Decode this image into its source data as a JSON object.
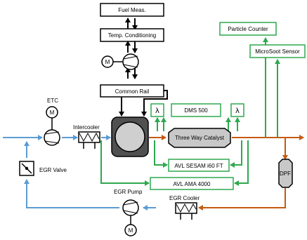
{
  "colors": {
    "air": "#5b9bd5",
    "exhaust": "#c55a11",
    "measurement": "#2fa84f",
    "fuel": "#000000"
  },
  "labels": {
    "fuel_meas": "Fuel Meas.",
    "temp_conditioning": "Temp. Conditioning",
    "common_rail": "Common Rail",
    "particle_counter": "Particle Counter",
    "microsoot_sensor": "MicroSoot Sensor",
    "dms500": "DMS 500",
    "lambda_1": "λ",
    "lambda_2": "λ",
    "twc": "Three Way Catalyst",
    "sesam": "AVL SESAM i60 FT",
    "ama": "AVL AMA 4000",
    "dpf": "DPF",
    "etc": "ETC",
    "intercooler": "Intercooler",
    "egr_valve": "EGR Valve",
    "egr_pump": "EGR Pump",
    "egr_cooler": "EGR Cooler",
    "motor_1": "M",
    "motor_2": "M",
    "motor_3": "M"
  }
}
